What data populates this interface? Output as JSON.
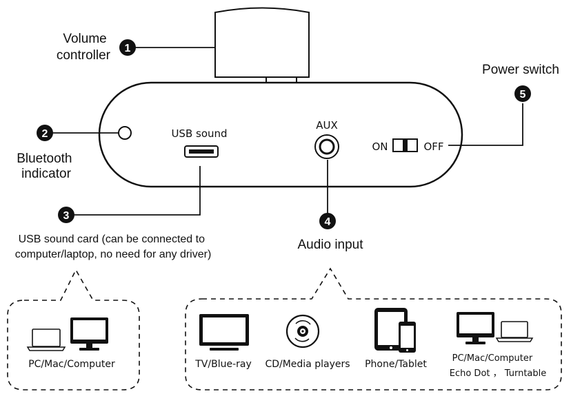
{
  "components": [
    {
      "num": "1",
      "label_lines": [
        "Volume",
        "controller"
      ]
    },
    {
      "num": "2",
      "label_lines": [
        "Bluetooth",
        "indicator"
      ]
    },
    {
      "num": "3",
      "label_lines": [
        "USB sound card (can be connected to",
        "computer/laptop, no need for any driver)"
      ]
    },
    {
      "num": "4",
      "label_lines": [
        "Audio input"
      ]
    },
    {
      "num": "5",
      "label_lines": [
        "Power switch"
      ]
    }
  ],
  "ports": {
    "usb": "USB sound",
    "aux": "AUX",
    "on": "ON",
    "off": "OFF"
  },
  "usb_devices": [
    {
      "label": "PC/Mac/Computer",
      "icons": [
        "laptop-icon",
        "monitor-icon"
      ]
    }
  ],
  "aux_devices": [
    {
      "label_lines": [
        "TV/Blue-ray"
      ],
      "icon": "tv-icon"
    },
    {
      "label_lines": [
        "CD/Media players"
      ],
      "icon": "cd-icon"
    },
    {
      "label_lines": [
        "Phone/Tablet"
      ],
      "icon": "phone-tablet-icon"
    },
    {
      "label_lines": [
        "PC/Mac/Computer",
        "Echo Dot ， Turntable"
      ],
      "icon": "monitor-laptop-icon"
    }
  ]
}
